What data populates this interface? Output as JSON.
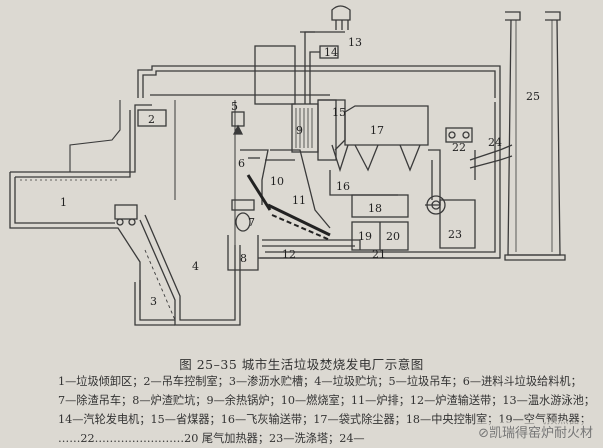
{
  "figure": {
    "title": "图 25–35   城市生活垃圾焚烧发电厂示意图",
    "labels": {
      "n1": "1",
      "n2": "2",
      "n3": "3",
      "n4": "4",
      "n5": "5",
      "n6": "6",
      "n7": "7",
      "n8": "8",
      "n9": "9",
      "n10": "10",
      "n11": "11",
      "n12": "12",
      "n13": "13",
      "n14": "14",
      "n15": "15",
      "n16": "16",
      "n17": "17",
      "n18": "18",
      "n19": "19",
      "n20": "20",
      "n21": "21",
      "n22": "22",
      "n23": "23",
      "n24": "24",
      "n25": "25"
    },
    "legend": [
      "1—垃圾倾卸区；2—吊车控制室；3—渗沥水贮槽；4—垃圾贮坑；5—垃圾吊车；6—进料斗垃圾给料机；",
      "7—除渣吊车；8—炉渣贮坑；9—余热锅炉；10—燃烧室；11—炉排；12—炉渣输送带；13—温水游泳池；",
      "14—汽轮发电机；15—省煤器；16—飞灰输送带；17—袋式除尘器；18—中央控制室；19—空气预热器；",
      "……22……………………20 尾气加热器；23—洗涤塔；24—"
    ]
  },
  "watermark": "⊘凯瑞得窑炉耐火材"
}
